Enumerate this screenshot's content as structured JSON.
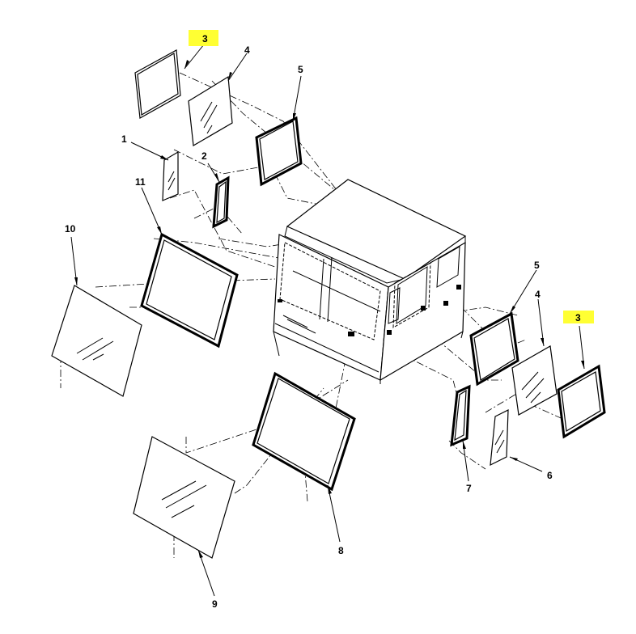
{
  "diagram": {
    "callouts": {
      "c1": "1",
      "c2": "2",
      "c3_top": "3",
      "c3_right": "3",
      "c4_top": "4",
      "c4_right": "4",
      "c5_top": "5",
      "c5_right": "5",
      "c6": "6",
      "c7": "7",
      "c8": "8",
      "c9": "9",
      "c10": "10",
      "c11": "11"
    },
    "highlight_color": "#ffff33",
    "highlighted_callouts": [
      "c3_top",
      "c3_right"
    ]
  }
}
